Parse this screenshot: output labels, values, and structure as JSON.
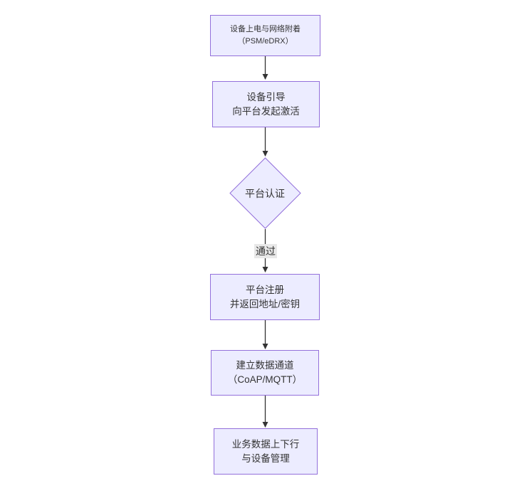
{
  "diagram": {
    "type": "flowchart",
    "direction": "top-down",
    "colors": {
      "node_fill": "#ECECFF",
      "node_border": "#9370DB",
      "edge_line": "#333333",
      "text": "#333333",
      "edge_label_bg": "#e8e8e8",
      "background": "#ffffff"
    },
    "nodes": [
      {
        "id": "n1",
        "shape": "rect",
        "line1": "设备上电与网络附着",
        "line2": "（PSM/eDRX）"
      },
      {
        "id": "n2",
        "shape": "rect",
        "line1": "设备引导",
        "line2": "向平台发起激活"
      },
      {
        "id": "d1",
        "shape": "diamond",
        "line1": "平台认证",
        "line2": ""
      },
      {
        "id": "n3",
        "shape": "rect",
        "line1": "平台注册",
        "line2": "并返回地址/密钥"
      },
      {
        "id": "n4",
        "shape": "rect",
        "line1": "建立数据通道",
        "line2": "（CoAP/MQTT）"
      },
      {
        "id": "n5",
        "shape": "rect",
        "line1": "业务数据上下行",
        "line2": "与设备管理"
      }
    ],
    "edges": [
      {
        "from": "n1",
        "to": "n2",
        "label": ""
      },
      {
        "from": "n2",
        "to": "d1",
        "label": ""
      },
      {
        "from": "d1",
        "to": "n3",
        "label": "通过"
      },
      {
        "from": "n3",
        "to": "n4",
        "label": ""
      },
      {
        "from": "n4",
        "to": "n5",
        "label": ""
      }
    ]
  }
}
